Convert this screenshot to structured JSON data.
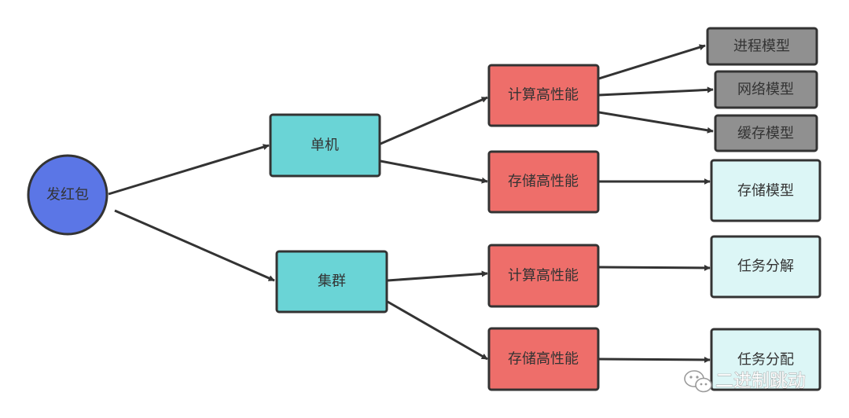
{
  "diagram": {
    "root": "发红包",
    "nodes": {
      "standalone": "单机",
      "cluster": "集群",
      "standalone_compute": "计算高性能",
      "standalone_storage": "存储高性能",
      "cluster_compute": "计算高性能",
      "cluster_storage": "存储高性能",
      "process_model": "进程模型",
      "network_model": "网络模型",
      "cache_model": "缓存模型",
      "storage_model": "存储模型",
      "task_decompose": "任务分解",
      "task_assign": "任务分配"
    },
    "colors": {
      "root": "#5b76e6",
      "level1": "#6ad4d6",
      "level2": "#ee6e6a",
      "leaf_gray": "#909090",
      "leaf_light": "#dcf6f6",
      "stroke": "#333333"
    }
  },
  "watermark": {
    "text": "二进制跳动",
    "icon": "wechat-icon"
  }
}
